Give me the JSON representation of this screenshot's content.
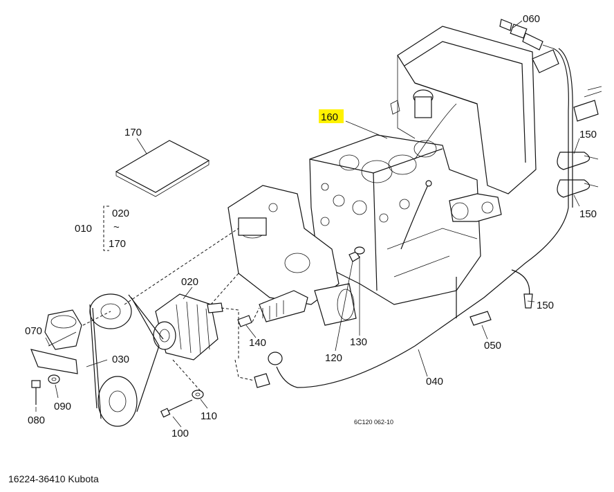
{
  "footer_caption": "16224-36410 Kubota",
  "figure_code": "6C120 062-10",
  "highlight_color": "#fff200",
  "callouts": {
    "c010": "010",
    "c020_top": "020",
    "c170_bracket": "170",
    "c170": "170",
    "c020": "020",
    "c030": "030",
    "c040": "040",
    "c050": "050",
    "c060": "060",
    "c070": "070",
    "c080": "080",
    "c090": "090",
    "c100": "100",
    "c110": "110",
    "c120": "120",
    "c130": "130",
    "c140": "140",
    "c150_a": "150",
    "c150_b": "150",
    "c150_c": "150",
    "c160": "160"
  }
}
